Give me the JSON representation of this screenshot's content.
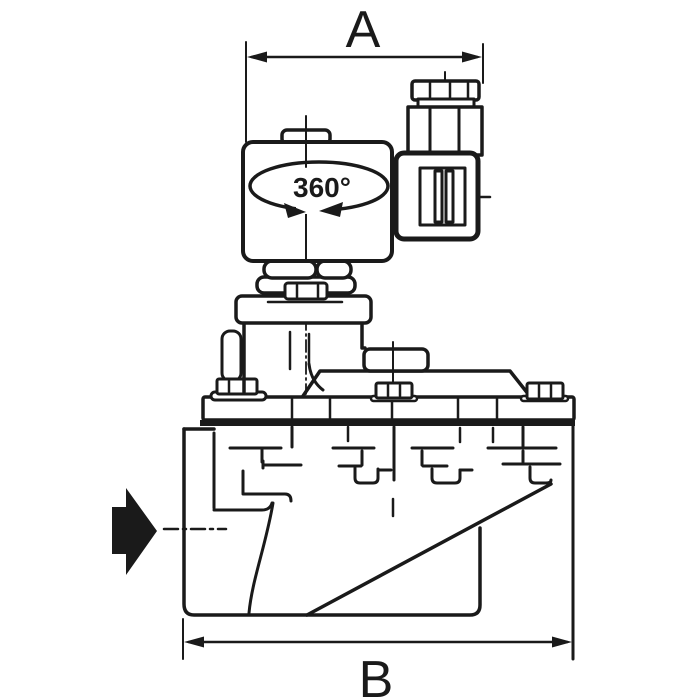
{
  "drawing": {
    "dimension_a_label": "A",
    "dimension_b_label": "B",
    "rotation_label": "360°",
    "icons": {
      "flow_arrow": "flow-direction-arrow",
      "rotation_arrows": "rotation-direction-arrowheads",
      "dimension_arrows": "dimension-arrowheads"
    },
    "colors": {
      "line": "#1a1a1a",
      "background": "#ffffff"
    }
  }
}
